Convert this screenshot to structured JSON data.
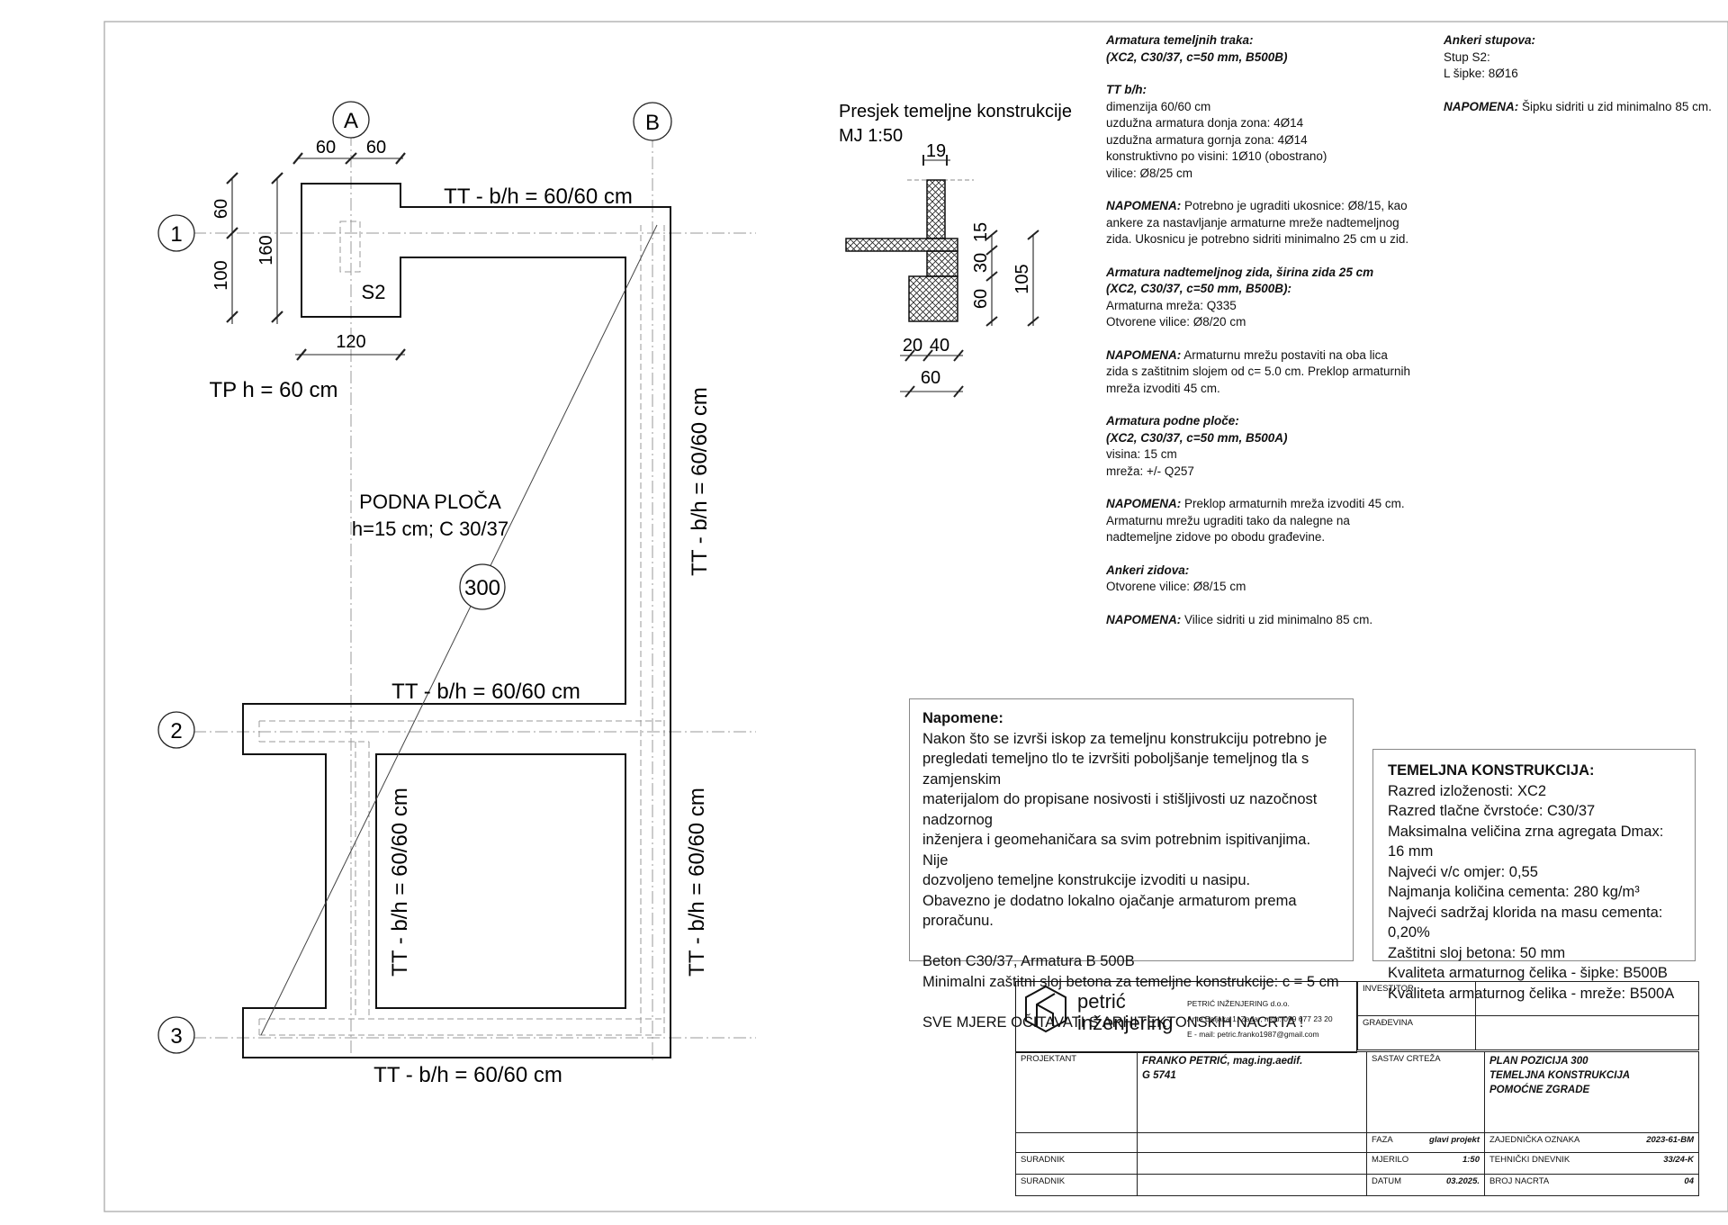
{
  "plan": {
    "axes": {
      "A": "A",
      "B": "B",
      "one": "1",
      "two": "2",
      "three": "3"
    },
    "dims": {
      "d60a": "60",
      "d60b": "60",
      "d60c": "60",
      "d100": "100",
      "d160": "160",
      "d120": "120"
    },
    "labels": {
      "tt_top": "TT - b/h = 60/60 cm",
      "tt_mid": "TT - b/h = 60/60 cm",
      "tt_bottom": "TT - b/h = 60/60 cm",
      "tt_right_upper": "TT - b/h = 60/60 cm",
      "tt_right_lower": "TT - b/h = 60/60 cm",
      "tt_inner": "TT - b/h = 60/60 cm",
      "tp": "TP h = 60 cm",
      "s2": "S2",
      "podna1": "PODNA PLOČA",
      "podna2": "h=15 cm; C 30/37",
      "pos": "300"
    }
  },
  "section": {
    "title": "Presjek temeljne konstrukcije",
    "scale": "MJ 1:50",
    "dims": {
      "d19": "19",
      "d15": "15",
      "d30": "30",
      "d60v": "60",
      "d105": "105",
      "d20": "20",
      "d40": "40",
      "d60h": "60"
    }
  },
  "notes_col1": [
    {
      "t": "Armatura temeljnih traka:",
      "h": true
    },
    {
      "t": "(XC2, C30/37, c=50 mm, B500B)",
      "h": true
    },
    {
      "gap": true
    },
    {
      "t": "TT b/h:",
      "h": true
    },
    {
      "t": "dimenzija 60/60 cm"
    },
    {
      "t": "uzdužna armatura donja zona: 4Ø14"
    },
    {
      "t": "uzdužna armatura gornja zona: 4Ø14"
    },
    {
      "t": "konstruktivno po visini: 1Ø10 (obostrano)"
    },
    {
      "t": "vilice: Ø8/25 cm"
    },
    {
      "gap": true
    },
    {
      "b": "NAPOMENA:",
      "t": " Potrebno je ugraditi ukosnice: Ø8/15, kao"
    },
    {
      "t": "ankere za nastavljanje armaturne mreže nadtemeljnog"
    },
    {
      "t": "zida. Ukosnicu je potrebno sidriti minimalno 25 cm u zid."
    },
    {
      "gap": true
    },
    {
      "t": "Armatura nadtemeljnog zida, širina zida 25 cm",
      "h": true
    },
    {
      "t": "(XC2, C30/37, c=50 mm, B500B):",
      "h": true
    },
    {
      "t": "Armaturna mreža: Q335"
    },
    {
      "t": "Otvorene vilice: Ø8/20 cm"
    },
    {
      "gap": true
    },
    {
      "b": "NAPOMENA:",
      "t": " Armaturnu mrežu postaviti na oba lica"
    },
    {
      "t": "zida s zaštitnim slojem od c= 5.0 cm. Preklop armaturnih"
    },
    {
      "t": "mreža izvoditi 45 cm."
    },
    {
      "gap": true
    },
    {
      "t": "Armatura podne ploče:",
      "h": true
    },
    {
      "t": "(XC2, C30/37, c=50 mm, B500A)",
      "h": true
    },
    {
      "t": "visina: 15 cm"
    },
    {
      "t": "mreža: +/- Q257"
    },
    {
      "gap": true
    },
    {
      "b": "NAPOMENA:",
      "t": " Preklop armaturnih mreža izvoditi 45 cm."
    },
    {
      "t": "Armaturnu mrežu ugraditi tako da nalegne na"
    },
    {
      "t": "nadtemeljne zidove po obodu građevine."
    },
    {
      "gap": true
    },
    {
      "t": "Ankeri zidova:",
      "h": true
    },
    {
      "t": "Otvorene vilice: Ø8/15 cm"
    },
    {
      "gap": true
    },
    {
      "b": "NAPOMENA:",
      "t": " Vilice sidriti u zid minimalno 85 cm."
    }
  ],
  "notes_col2": [
    {
      "t": "Ankeri stupova:",
      "h": true
    },
    {
      "t": "Stup S2:"
    },
    {
      "t": "L šipke: 8Ø16"
    },
    {
      "gap": true
    },
    {
      "b": "NAPOMENA:",
      "t": " Šipku sidriti u zid minimalno 85 cm."
    }
  ],
  "napomene": {
    "title": "Napomene:",
    "lines": [
      "Nakon što se izvrši iskop za temeljnu konstrukciju potrebno je",
      "pregledati temeljno tlo te izvršiti poboljšanje temeljnog tla s zamjenskim",
      "materijalom do propisane nosivosti i stišljivosti uz nazočnost nadzornog",
      "inženjera i geomehaničara sa svim potrebnim ispitivanjima. Nije",
      "dozvoljeno temeljne konstrukcije izvoditi u nasipu.",
      "Obavezno je dodatno lokalno ojačanje armaturom prema proračunu.",
      "",
      "Beton C30/37, Armatura B 500B",
      "Minimalni zaštitni sloj betona za temeljne konstrukcije: c = 5 cm",
      "",
      "SVE MJERE OČITAVATI S ARHITEKTONSKIH NACRTA !"
    ]
  },
  "temeljna": {
    "title": "TEMELJNA KONSTRUKCIJA:",
    "lines": [
      "Razred izloženosti: XC2",
      "Razred tlačne čvrstoće: C30/37",
      "Maksimalna veličina zrna agregata Dmax: 16 mm",
      "Najveći v/c omjer: 0,55",
      "Najmanja količina cementa: 280 kg/m³",
      "Najveći sadržaj klorida na masu cementa: 0,20%",
      "Zaštitni sloj betona: 50 mm",
      "Kvaliteta armaturnog čelika - šipke: B500B",
      "Kvaliteta armaturnog čelika - mreže: B500A"
    ]
  },
  "titleblock": {
    "logo_line1": "petrić",
    "logo_line2": "inženjering",
    "company": "PETRIĆ INŽENJERING d.o.o.",
    "address": "Ante Baljaka 1, Zadar, mob: 099 677 23 20",
    "email": "E - mail: petric.franko1987@gmail.com",
    "investitor_lbl": "INVESTITOR",
    "gradevina_lbl": "GRAĐEVINA",
    "projektant_lbl": "PROJEKTANT",
    "projektant_val1": "FRANKO PETRIĆ, mag.ing.aedif.",
    "projektant_val2": "G 5741",
    "sastav_lbl": "SASTAV CRTEŽA",
    "sastav_val1": "PLAN POZICIJA 300",
    "sastav_val2": "TEMELJNA KONSTRUKCIJA",
    "sastav_val3": "POMOĆNE ZGRADE",
    "faza_lbl": "FAZA",
    "faza_val": "glavi projekt",
    "zajed_lbl": "ZAJEDNIČKA OZNAKA",
    "zajed_val": "2023-61-BM",
    "suradnik1_lbl": "SURADNIK",
    "suradnik2_lbl": "SURADNIK",
    "mjerilo_lbl": "MJERILO",
    "mjerilo_val": "1:50",
    "tehn_lbl": "TEHNIČKI DNEVNIK",
    "tehn_val": "33/24-K",
    "datum_lbl": "DATUM",
    "datum_val": "03.2025.",
    "broj_lbl": "BROJ NACRTA",
    "broj_val": "04"
  }
}
